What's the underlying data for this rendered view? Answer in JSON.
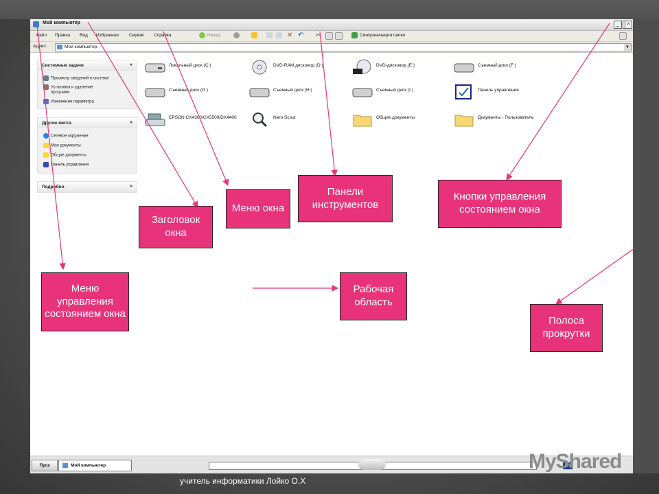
{
  "window": {
    "title": "Мой компьютер",
    "controls": [
      "_",
      "❐",
      "×"
    ],
    "menu": [
      "Файл",
      "Правка",
      "Вид",
      "Избранное",
      "Сервис",
      "Справка"
    ],
    "toolbar": {
      "back": "Назад",
      "sync": "Синхронизация папки"
    },
    "address_label": "Адрес:",
    "address_value": "Мой компьютер"
  },
  "side_panel": {
    "system_tasks": {
      "title": "Системные задачи",
      "items": [
        "Просмотр сведений о системе",
        "Установка и удаление",
        "программ",
        "Изменение параметра"
      ]
    },
    "other_places": {
      "title": "Другие места",
      "items": [
        "Сетевое окружение",
        "Мои документы",
        "Общие документы",
        "Панель управления"
      ]
    },
    "details": {
      "title": "Подробно"
    }
  },
  "files": [
    "Локальный диск (C:)",
    "DVD-RAM дисковод (D:)",
    "DVD-дисковод (E:)",
    "Съемный диск (F:)",
    "Съемный диск (G:)",
    "Съемный диск (H:)",
    "Съемный диск (I:)",
    "Панель управления",
    "EPSON CX4300/CX5500/DX4400",
    "Nero Scout",
    "Общие документы",
    "Документы - Пользователь"
  ],
  "taskbar": {
    "start": "Пуск",
    "task": "Мой компьютер",
    "lang": "EN"
  },
  "callouts": {
    "title": "Заголовок окна",
    "menu": "Меню окна",
    "toolbars": "Панели инструментов",
    "window_buttons": "Кнопки управления состоянием окна",
    "control_menu": "Меню управления состоянием окна",
    "work_area": "Рабочая область",
    "scrollbar": "Полоса прокрутки"
  },
  "footer": "учитель информатики Лойко О.Х",
  "colors": {
    "callout": "#e8337a",
    "arrow": "#e8337a"
  }
}
